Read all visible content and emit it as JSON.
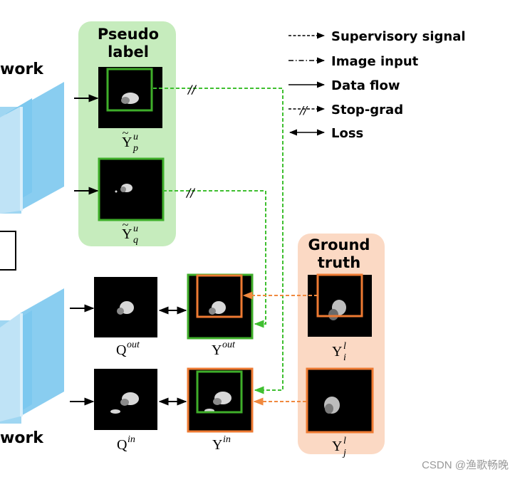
{
  "left_labels": {
    "top": "work",
    "bottom": "work"
  },
  "pseudo_label": {
    "line1": "Pseudo",
    "line2": "label"
  },
  "ground_truth": {
    "line1": "Ground",
    "line2": "truth"
  },
  "legend": [
    {
      "label": "Supervisory signal",
      "style": "dashed"
    },
    {
      "label": "Image input",
      "style": "dashdot"
    },
    {
      "label": "Data flow",
      "style": "solid"
    },
    {
      "label": "Stop-grad",
      "style": "stopgrad"
    },
    {
      "label": "Loss",
      "style": "double"
    }
  ],
  "captions": {
    "yp": {
      "base": "Y",
      "tilde": "~",
      "sup": "u",
      "sub": "p"
    },
    "yq": {
      "base": "Y",
      "tilde": "~",
      "sup": "u",
      "sub": "q"
    },
    "qout": {
      "base": "Q",
      "sup": "out"
    },
    "yout": {
      "base": "Y",
      "sup": "out"
    },
    "qin": {
      "base": "Q",
      "sup": "in"
    },
    "yin": {
      "base": "Y",
      "sup": "in"
    },
    "yil": {
      "base": "Y",
      "sup": "l",
      "sub": "i"
    },
    "yjl": {
      "base": "Y",
      "sup": "l",
      "sub": "j"
    }
  },
  "stopgrad_mark": "//",
  "watermark": "CSDN @渔歌畅晚",
  "colors": {
    "green_panel": "#c6ecbd",
    "green_border": "#3fae2a",
    "green_dash": "#3fbf30",
    "orange_panel": "#fbd9c4",
    "orange_border": "#ee7a32",
    "orange_dash": "#f0893f",
    "blue_front": "#bfe3f6",
    "blue_side": "#7cc8ee"
  }
}
